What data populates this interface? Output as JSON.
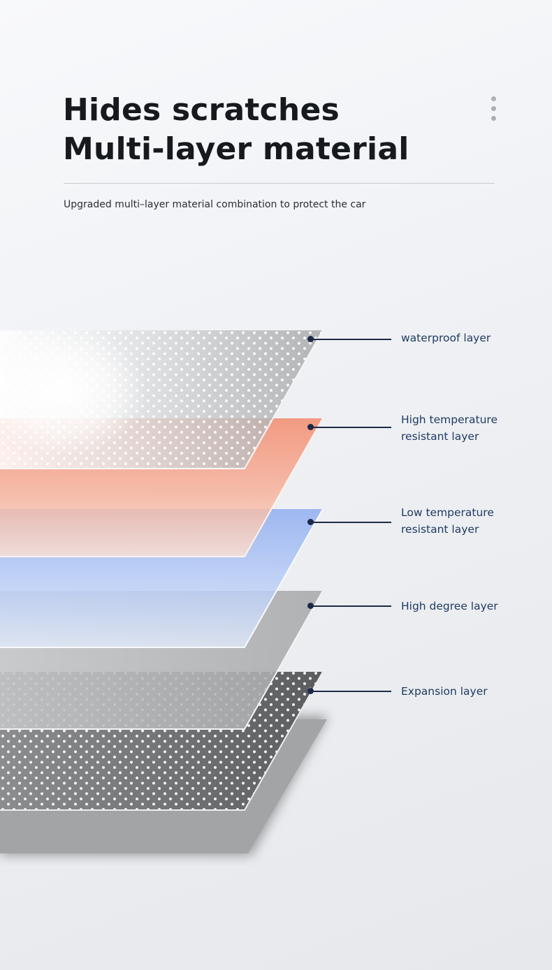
{
  "header": {
    "title_line1": "Hides scratches",
    "title_line2": "Multi-layer material",
    "subtitle": "Upgraded multi–layer material combination to protect the car",
    "menu_icon": "more-vertical-icon"
  },
  "layers": [
    {
      "label_line1": "waterproof layer",
      "label_line2": ""
    },
    {
      "label_line1": "High temperature",
      "label_line2": "resistant layer"
    },
    {
      "label_line1": "Low temperature",
      "label_line2": "resistant layer"
    },
    {
      "label_line1": "High degree layer",
      "label_line2": ""
    },
    {
      "label_line1": "Expansion layer",
      "label_line2": ""
    }
  ],
  "colors": {
    "title": "#16191d",
    "label": "#1f3a60",
    "leader": "#1c2a48",
    "waterproof_layer": "#b9babd",
    "high_temperature_layer": "#f39574",
    "low_temperature_layer": "#96b4f2",
    "high_degree_layer": "#b1b2b4",
    "expansion_layer": "#6e6f71"
  }
}
